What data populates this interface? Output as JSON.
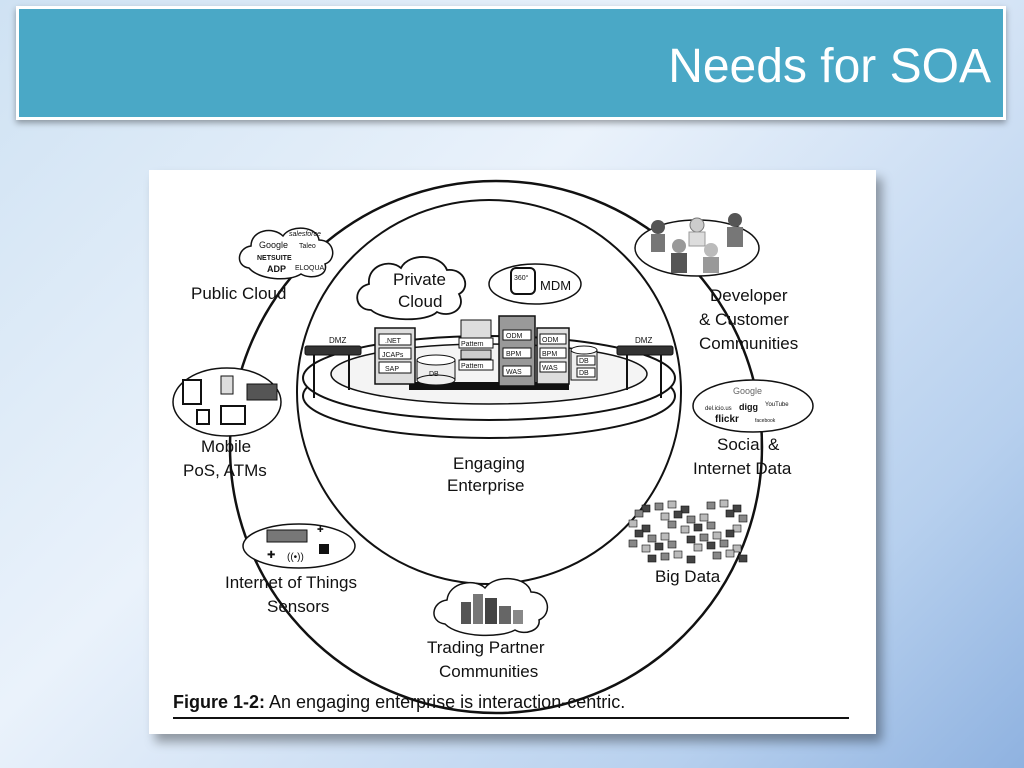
{
  "slide": {
    "title": "Needs for SOA"
  },
  "figure": {
    "labels": {
      "public_cloud": "Public Cloud",
      "private_cloud_1": "Private",
      "private_cloud_2": "Cloud",
      "mdm": "MDM",
      "mdm_badge": "360°",
      "developer_1": "Developer",
      "developer_2": "& Customer",
      "developer_3": "Communities",
      "social_1": "Social &",
      "social_2": "Internet Data",
      "mobile_1": "Mobile",
      "mobile_2": "PoS, ATMs",
      "engaging_1": "Engaging",
      "engaging_2": "Enterprise",
      "iot_1": "Internet of Things",
      "iot_2": "Sensors",
      "big_data": "Big Data",
      "trading_1": "Trading Partner",
      "trading_2": "Communities",
      "dmz_left": "DMZ",
      "dmz_right": "DMZ"
    },
    "servers": {
      "left_stack": [
        ".NET",
        "JCAPs",
        "SAP"
      ],
      "pattern_1": "Pattern",
      "pattern_2": "Pattern",
      "mid_stack": [
        "ODM",
        "BPM",
        "WAS"
      ],
      "right_stack": [
        "ODM",
        "BPM",
        "WAS"
      ],
      "db_left": "DB",
      "db_right_1": "DB",
      "db_right_2": "DB"
    },
    "logos": {
      "google": "Google",
      "salesforce": "salesforce",
      "taleo": "Taleo",
      "netsuite": "NETSUITE",
      "adp": "ADP",
      "eloqua": "ELOQUA",
      "social_google": "Google",
      "delicious": "del.icio.us",
      "digg": "digg",
      "youtube": "YouTube",
      "flickr": "flickr",
      "facebook": "facebook"
    },
    "caption": {
      "prefix": "Figure 1-2:",
      "text": " An engaging enterprise is interaction-centric."
    }
  }
}
